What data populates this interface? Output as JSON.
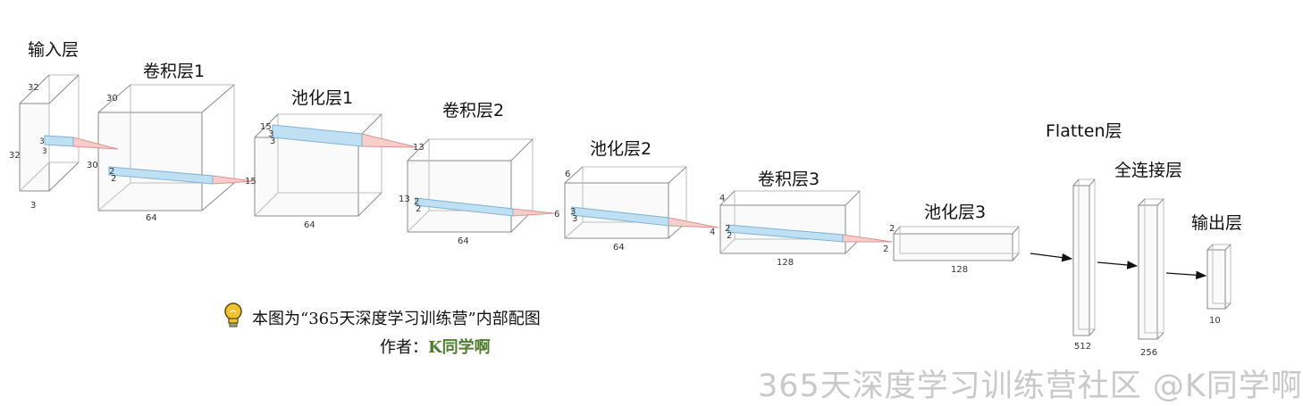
{
  "layers": [
    {
      "title": "输入层",
      "height_label": "32",
      "width_label": "32",
      "depth_label": "3",
      "kernel_labels": [
        "3",
        "3"
      ],
      "out_label": "30"
    },
    {
      "title": "卷积层1",
      "height_label": "30",
      "depth_label": "64",
      "kernel_labels": [
        "2",
        "2"
      ],
      "out_label": "15"
    },
    {
      "title": "池化层1",
      "height_label": "15",
      "depth_label": "64",
      "kernel_labels": [
        "3",
        "3"
      ],
      "out_label": "13"
    },
    {
      "title": "卷积层2",
      "height_label": "13",
      "depth_label": "64",
      "kernel_labels": [
        "2",
        "2"
      ],
      "out_label": "6"
    },
    {
      "title": "池化层2",
      "height_label": "6",
      "depth_label": "64",
      "kernel_labels": [
        "3",
        "3"
      ],
      "out_label": "4"
    },
    {
      "title": "卷积层3",
      "height_label": "4",
      "depth_label": "128",
      "kernel_labels": [
        "2",
        "2"
      ],
      "out_label": "2"
    },
    {
      "title": "池化层3",
      "height_label": "2",
      "depth_label": "128",
      "out_label": "2"
    },
    {
      "title": "Flatten层",
      "size_label": "512"
    },
    {
      "title": "全连接层",
      "size_label": "256"
    },
    {
      "title": "输出层",
      "size_label": "10"
    }
  ],
  "caption": "本图为“365天深度学习训练营”内部配图",
  "author_label": "作者：",
  "author_name": "K同学啊",
  "watermark": "365天深度学习训练营社区 @K同学啊",
  "colors": {
    "filter_fill": "#bfe0f2",
    "filter_stroke": "#7fb3d6",
    "projection": "#e3908c",
    "box_stroke": "#8a8a8a",
    "bulb": "#f2c12e"
  },
  "icons": {
    "caption_icon": "lightbulb-icon"
  }
}
